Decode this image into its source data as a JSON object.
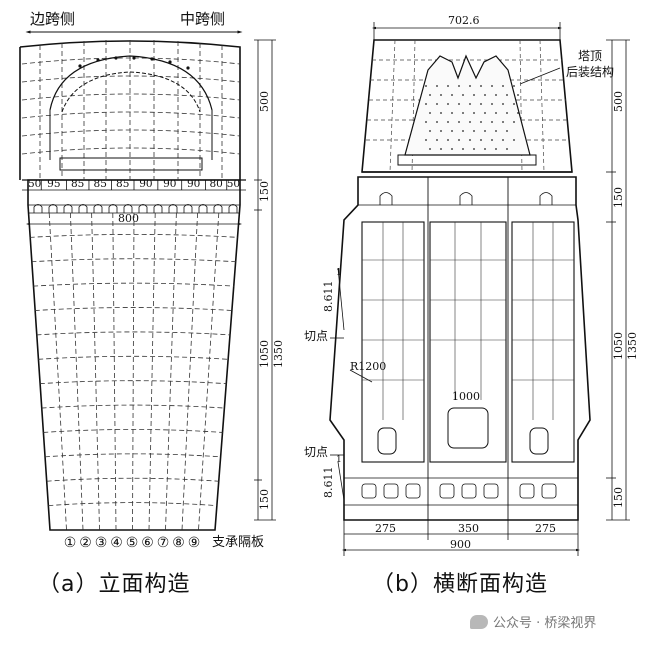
{
  "elevation": {
    "top_left_label": "边跨侧",
    "top_right_label": "中跨侧",
    "segment_widths": [
      "50",
      "95",
      "85",
      "85",
      "85",
      "90",
      "90",
      "90",
      "80",
      "50"
    ],
    "total_width": "800",
    "heights": [
      "500",
      "150",
      "1050",
      "1350",
      "150"
    ],
    "diaphragm_numbers": [
      "①",
      "②",
      "③",
      "④",
      "⑤",
      "⑥",
      "⑦",
      "⑧",
      "⑨"
    ],
    "diaphragm_label": "支承隔板",
    "caption": "（a）立面构造"
  },
  "section": {
    "top_width": "702.6",
    "top_structure_label_1": "塔顶",
    "top_structure_label_2": "后装结构",
    "heights": [
      "500",
      "150",
      "1050",
      "1350",
      "150"
    ],
    "slope_label": "8.611",
    "slope_unit": "1",
    "cut_point_label": "切点",
    "radius_label": "R1200",
    "inner_width": "1000",
    "bottom_segments": [
      "275",
      "350",
      "275"
    ],
    "bottom_total": "900",
    "caption": "（b）横断面构造"
  },
  "watermark": "公众号 · 桥梁视界",
  "colors": {
    "line": "#111111",
    "dash": "#333333",
    "watermark": "#777777"
  }
}
